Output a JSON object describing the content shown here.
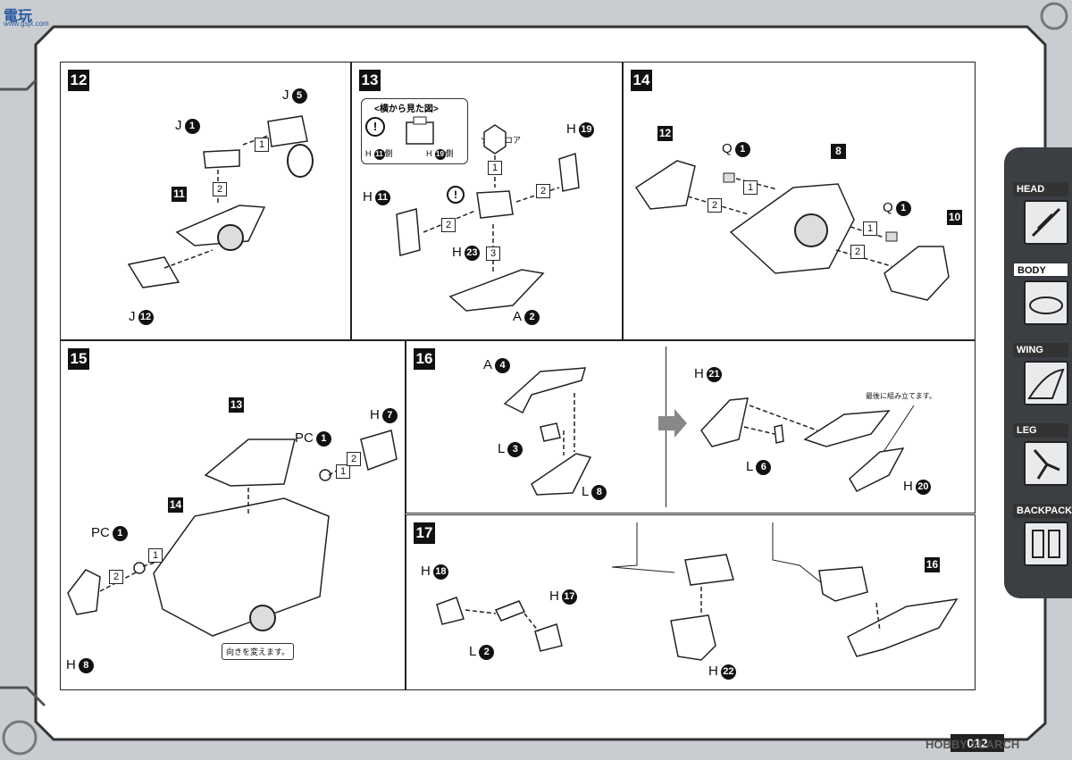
{
  "watermark": {
    "top_left_logo": "電玩",
    "top_left_url": "www.gsjx.com",
    "bottom_right": "HOBBY SEARCH",
    "page_number": "012"
  },
  "sidebar": {
    "items": [
      {
        "label": "HEAD",
        "active": false
      },
      {
        "label": "BODY",
        "active": true
      },
      {
        "label": "WING",
        "active": false
      },
      {
        "label": "LEG",
        "active": false
      },
      {
        "label": "BACKPACK",
        "active": false
      }
    ]
  },
  "steps": {
    "s12": {
      "number": "12",
      "labels": {
        "j1": "J",
        "j1n": "1",
        "j5": "J",
        "j5n": "5",
        "j12": "J",
        "j12n": "12",
        "part11": "11"
      },
      "boxes": [
        "1",
        "2"
      ]
    },
    "s13": {
      "number": "13",
      "inset_title": "<横から見た図>",
      "inset_left": "H",
      "inset_left_n": "11",
      "inset_left_side": "側",
      "inset_right": "H",
      "inset_right_n": "19",
      "inset_right_side": "側",
      "zoid_core": "ゾイドコア",
      "h19": "H",
      "h19n": "19",
      "h11": "H",
      "h11n": "11",
      "h23": "H",
      "h23n": "23",
      "a2": "A",
      "a2n": "2",
      "boxes": [
        "1",
        "2",
        "2",
        "3"
      ]
    },
    "s14": {
      "number": "14",
      "part12": "12",
      "part8": "8",
      "part10": "10",
      "q1a": "Q",
      "q1an": "1",
      "q1b": "Q",
      "q1bn": "1",
      "boxes": [
        "1",
        "2",
        "1",
        "2"
      ]
    },
    "s15": {
      "number": "15",
      "part13": "13",
      "part14": "14",
      "pc1a": "PC",
      "pc1an": "1",
      "pc1b": "PC",
      "pc1bn": "1",
      "h7": "H",
      "h7n": "7",
      "h8": "H",
      "h8n": "8",
      "note": "向きを変えます。",
      "boxes": [
        "1",
        "2",
        "1",
        "2"
      ]
    },
    "s16": {
      "number": "16",
      "a4": "A",
      "a4n": "4",
      "l3": "L",
      "l3n": "3",
      "l8": "L",
      "l8n": "8",
      "h21": "H",
      "h21n": "21",
      "l6": "L",
      "l6n": "6",
      "h20": "H",
      "h20n": "20",
      "note": "最後に組み立てます。"
    },
    "s17": {
      "number": "17",
      "h18": "H",
      "h18n": "18",
      "h17": "H",
      "h17n": "17",
      "l2": "L",
      "l2n": "2",
      "h22": "H",
      "h22n": "22",
      "part16": "16"
    }
  },
  "colors": {
    "ink": "#111111",
    "sidebar": "#3b3f44",
    "paper": "#ffffff",
    "bg": "#c9cdd1"
  }
}
